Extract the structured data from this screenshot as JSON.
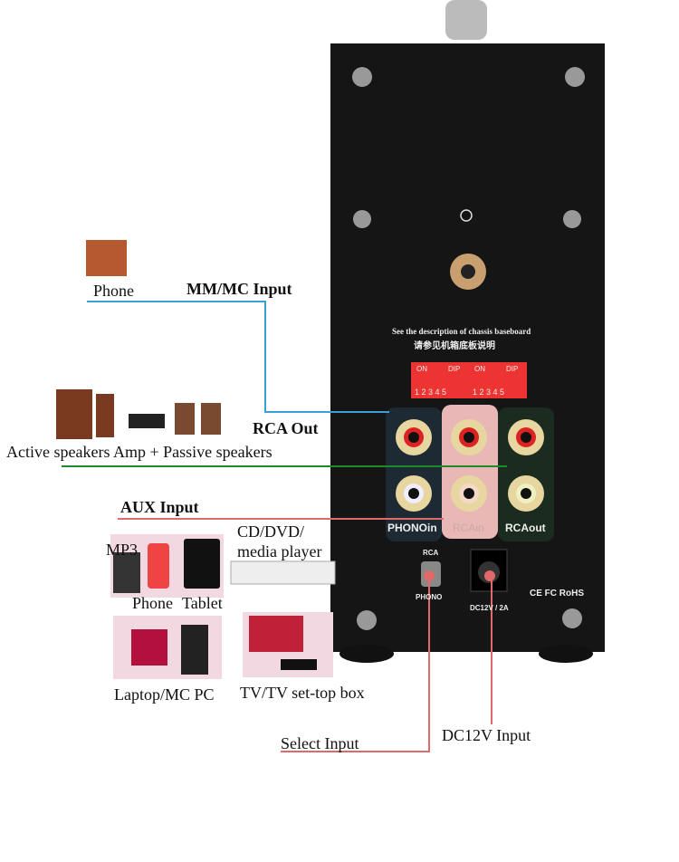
{
  "labels": {
    "phone_top": "Phone",
    "mmmc_input": "MM/MC Input",
    "rca_out": "RCA Out",
    "speakers": "Active speakers Amp + Passive speakers",
    "aux_input": "AUX Input",
    "mp3": "MP3",
    "cd_player": "CD/DVD/\nmedia player",
    "phone": "Phone",
    "tablet": "Tablet",
    "laptop": "Laptop/MC PC",
    "tv": "TV/TV set-top box",
    "select_input": "Select Input",
    "dc_input": "DC12V Input"
  },
  "device": {
    "note_en": "See the description of chassis baseboard",
    "note_cn": "请参见机箱底板说明",
    "dip_on": "ON",
    "dip_label": "DIP",
    "dip_numbers": "1 2 3 4 5",
    "phono_in": "PHONOin",
    "rca_in": "RCAin",
    "rca_out": "RCAout",
    "switch_top": "RCA",
    "switch_bottom": "PHONO",
    "power": "DC12V / 2A",
    "certs": "CE FC RoHS"
  },
  "colors": {
    "mm_line": "#3aa0d8",
    "out_line": "#1e8a2a",
    "aux_line": "#e06a6a",
    "chassis": "#151515"
  }
}
